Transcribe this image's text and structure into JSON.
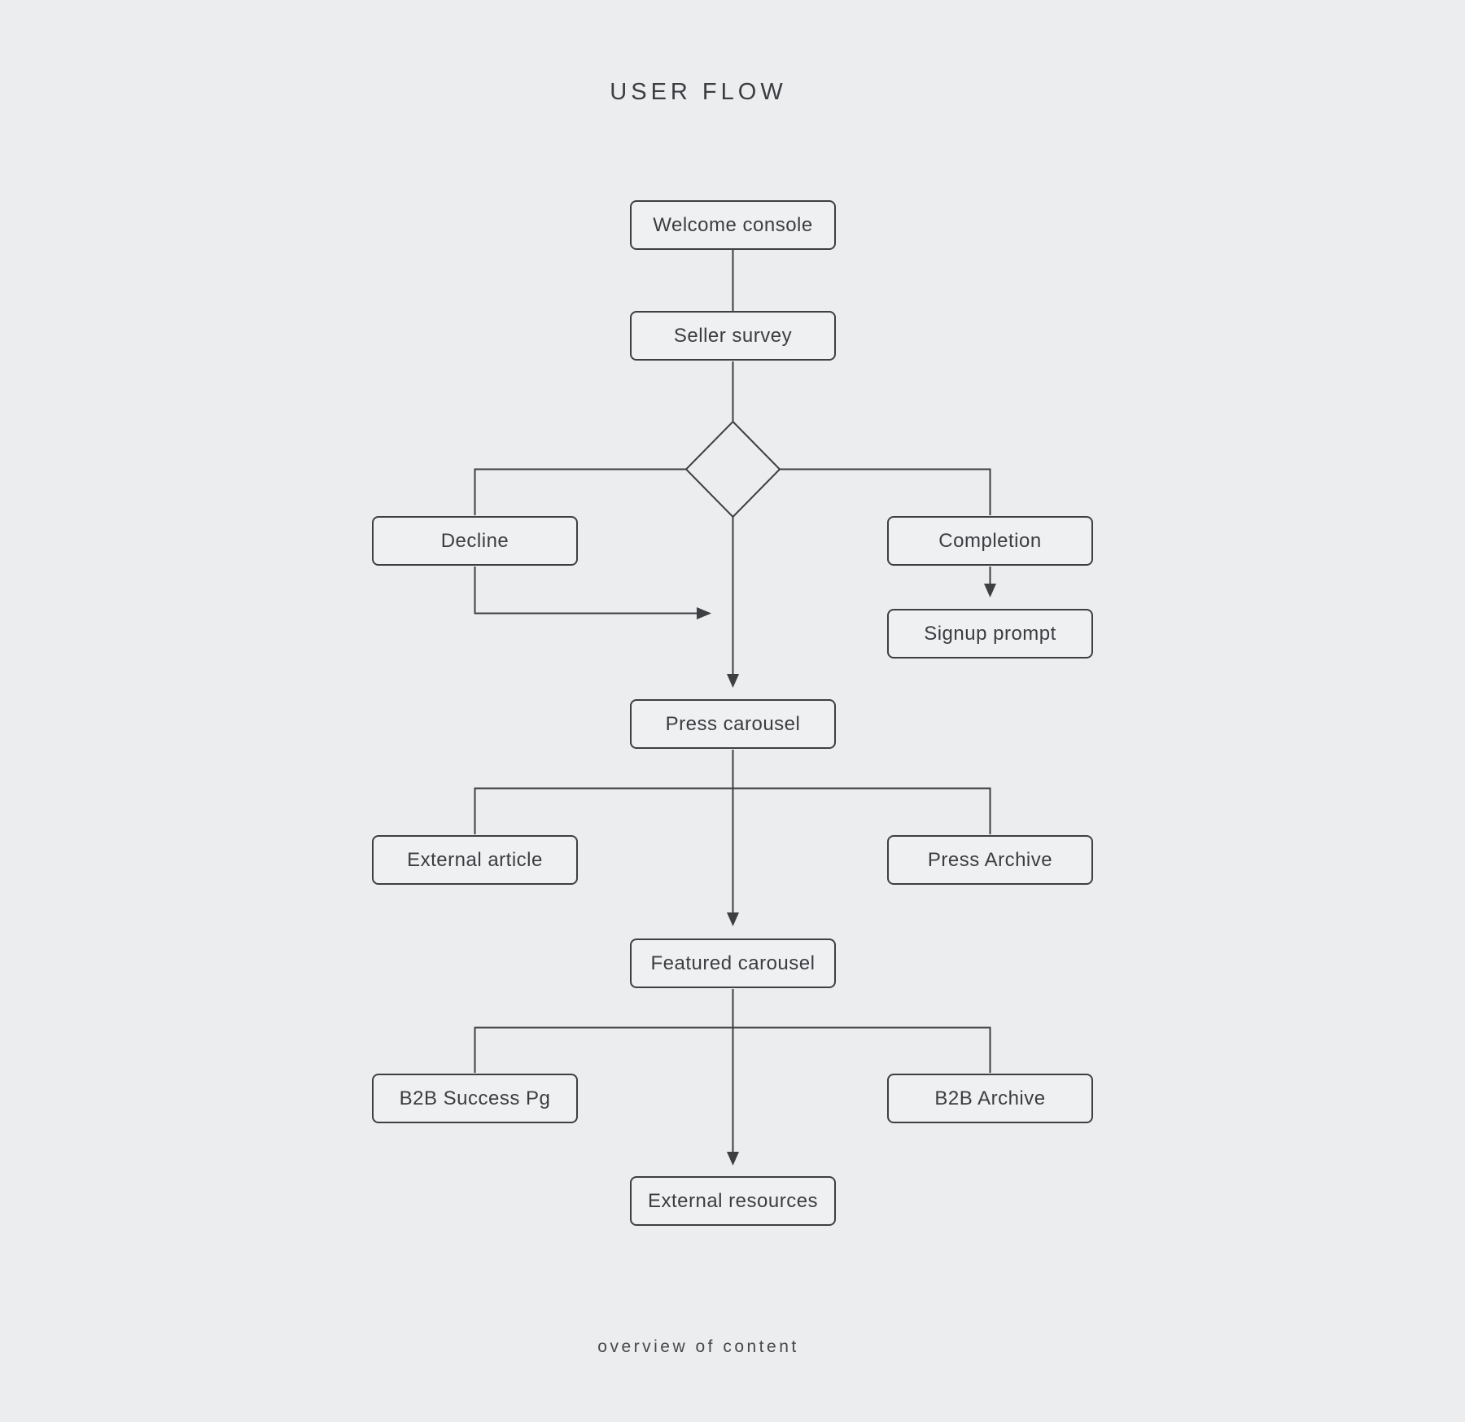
{
  "title": "USER FLOW",
  "caption": "overview of content",
  "nodes": {
    "welcome_console": "Welcome console",
    "seller_survey": "Seller survey",
    "decline": "Decline",
    "completion": "Completion",
    "signup_prompt": "Signup prompt",
    "press_carousel": "Press carousel",
    "external_article": "External article",
    "press_archive": "Press Archive",
    "featured_carousel": "Featured carousel",
    "b2b_success_pg": "B2B Success Pg",
    "b2b_archive": "B2B Archive",
    "external_resources": "External resources"
  },
  "colors": {
    "background": "#ecedef",
    "node_fill": "#eff0f2",
    "line": "#3c4043",
    "text": "#3a3e41"
  }
}
